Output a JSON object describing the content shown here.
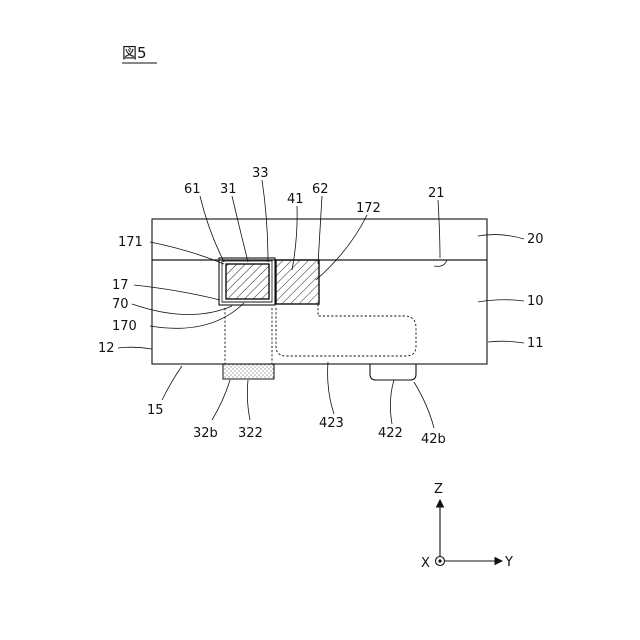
{
  "figure": {
    "title": "図5"
  },
  "labels": {
    "l61": "61",
    "l31": "31",
    "l33": "33",
    "l41": "41",
    "l62": "62",
    "l172": "172",
    "l21": "21",
    "l20": "20",
    "l171": "171",
    "l17": "17",
    "l10": "10",
    "l70": "70",
    "l170": "170",
    "l11": "11",
    "l12": "12",
    "l15": "15",
    "l32b": "32b",
    "l322": "322",
    "l423": "423",
    "l422": "422",
    "l42b": "42b"
  },
  "axes": {
    "z": "Z",
    "y": "Y",
    "x": "X"
  }
}
